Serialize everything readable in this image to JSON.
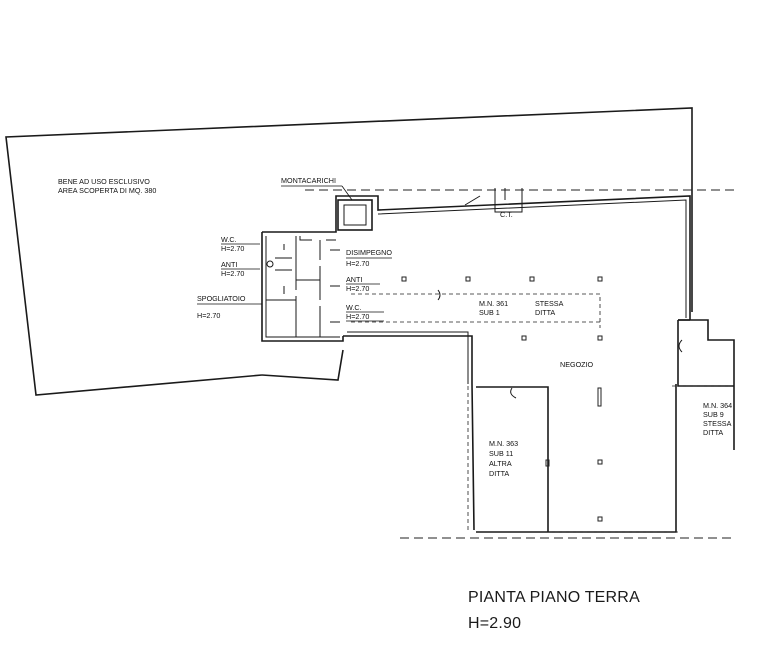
{
  "labels": {
    "bene_1": "BENE AD USO ESCLUSIVO",
    "bene_2": "AREA SCOPERTA DI MQ. 380",
    "montacarichi": "MONTACARICHI",
    "ct": "C.T.",
    "wc1_name": "W.C.",
    "wc1_h": "H=2.70",
    "anti1_name": "ANTI",
    "anti1_h": "H=2.70",
    "spogliatoio_name": "SPOGLIATOIO",
    "spogliatoio_h": "H=2.70",
    "disimpegno_name": "DISIMPEGNO",
    "disimpegno_h": "H=2.70",
    "anti2_name": "ANTI",
    "anti2_h": "H=2.70",
    "wc2_name": "W.C.",
    "wc2_h": "H=2.70",
    "mn361_1": "M.N. 361",
    "mn361_2": "SUB 1",
    "stessa_1": "STESSA",
    "stessa_2": "DITTA",
    "negozio": "NEGOZIO",
    "mn363_1": "M.N. 363",
    "mn363_2": "SUB 11",
    "mn363_3": "ALTRA",
    "mn363_4": "DITTA",
    "mn364_1": "M.N. 364",
    "mn364_2": "SUB 9",
    "mn364_3": "STESSA",
    "mn364_4": "DITTA"
  },
  "title": {
    "line1": "PIANTA PIANO TERRA",
    "line2": "H=2.90"
  }
}
